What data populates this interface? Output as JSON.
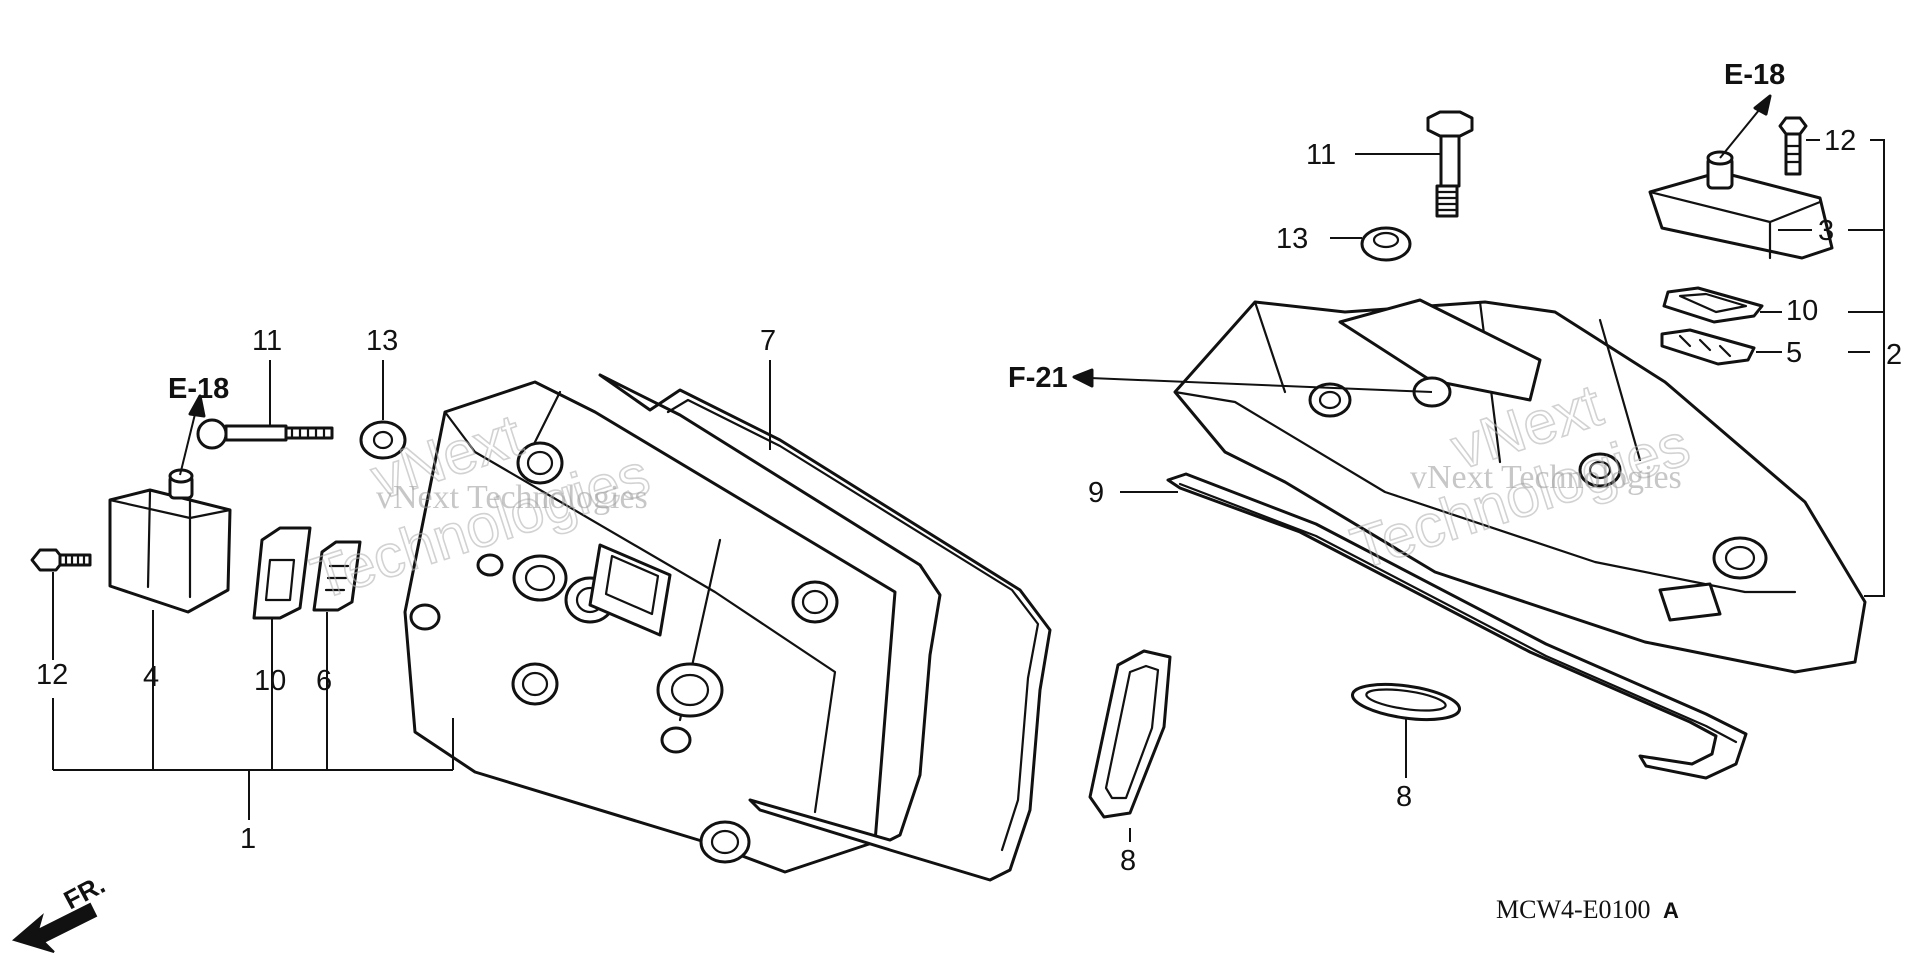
{
  "diagram": {
    "part_numbers": {
      "p1": "1",
      "p2": "2",
      "p3": "3",
      "p4": "4",
      "p5": "5",
      "p6": "6",
      "p7": "7",
      "p8_left": "8",
      "p8_right": "8",
      "p9": "9",
      "p10_left": "10",
      "p10_right": "10",
      "p11_left": "11",
      "p11_right": "11",
      "p12_left": "12",
      "p12_right": "12",
      "p13_left": "13",
      "p13_right": "13"
    },
    "refs": {
      "e18_left": "E-18",
      "e18_right": "E-18",
      "f21": "F-21"
    },
    "front_label": "FR.",
    "diagram_code": "MCW4-E0100",
    "diagram_code_suffix": "A",
    "watermarks": {
      "left_text": "vNext Technologies",
      "right_text": "vNext Technologies",
      "outline_big": "Technologies",
      "outline_small": "vNext"
    }
  }
}
